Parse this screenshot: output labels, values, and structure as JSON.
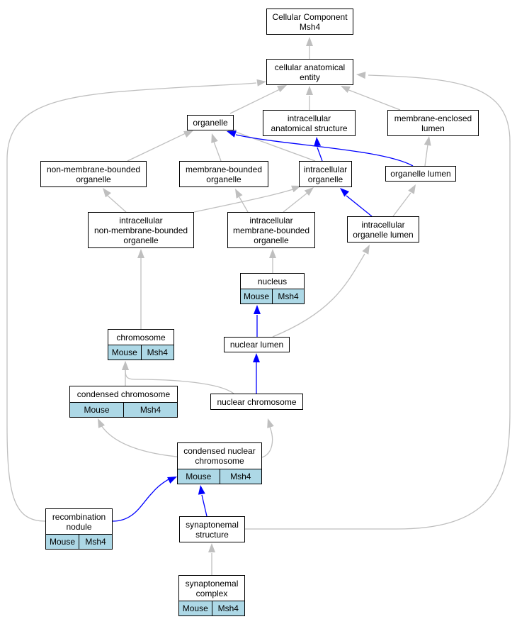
{
  "colors": {
    "is_a": "#bfbfbf",
    "part_of": "#0000ff",
    "annotation": "#add8e6"
  },
  "nodes": {
    "root": {
      "label": "Cellular Component\nMsh4"
    },
    "cae": {
      "label": "cellular anatomical\nentity"
    },
    "organelle": {
      "label": "organelle"
    },
    "ias": {
      "label": "intracellular\nanatomical structure"
    },
    "mel": {
      "label": "membrane-enclosed\nlumen"
    },
    "nmbo": {
      "label": "non-membrane-bounded\norganelle"
    },
    "mbo": {
      "label": "membrane-bounded\norganelle"
    },
    "io": {
      "label": "intracellular\norganelle"
    },
    "ol": {
      "label": "organelle lumen"
    },
    "inmbo": {
      "label": "intracellular\nnon-membrane-bounded\norganelle"
    },
    "imbo": {
      "label": "intracellular\nmembrane-bounded\norganelle"
    },
    "iol": {
      "label": "intracellular\norganelle lumen"
    },
    "nucleus": {
      "label": "nucleus",
      "annot": [
        "Mouse",
        "Msh4"
      ]
    },
    "chromosome": {
      "label": "chromosome",
      "annot": [
        "Mouse",
        "Msh4"
      ]
    },
    "nuclum": {
      "label": "nuclear lumen"
    },
    "condchr": {
      "label": "condensed chromosome",
      "annot": [
        "Mouse",
        "Msh4"
      ]
    },
    "nuchr": {
      "label": "nuclear chromosome"
    },
    "cnc": {
      "label": "condensed nuclear\nchromosome",
      "annot": [
        "Mouse",
        "Msh4"
      ]
    },
    "recnod": {
      "label": "recombination\nnodule",
      "annot": [
        "Mouse",
        "Msh4"
      ]
    },
    "synstr": {
      "label": "synaptonemal\nstructure"
    },
    "syncpx": {
      "label": "synaptonemal\ncomplex",
      "annot": [
        "Mouse",
        "Msh4"
      ]
    }
  }
}
